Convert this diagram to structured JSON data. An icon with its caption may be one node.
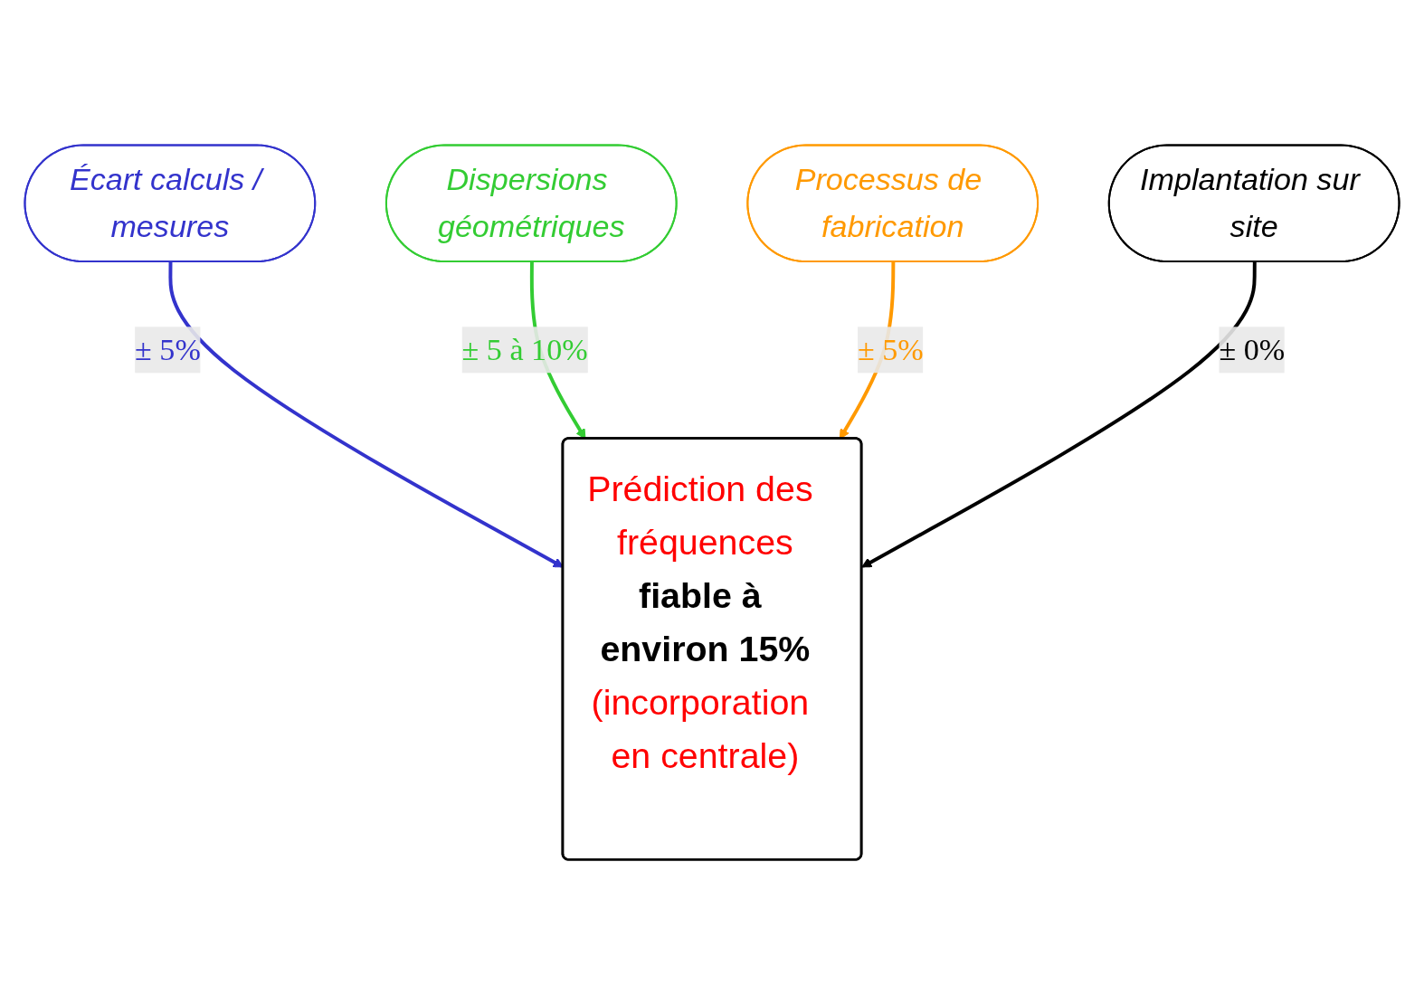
{
  "diagram": {
    "nodes": [
      {
        "text": [
          "Écart calculs / mesures"
        ]
      },
      {
        "text": [
          "Dispersions géométriques"
        ]
      },
      {
        "text": [
          "Prédiction des fréquences",
          "fiable à environ 15%",
          "(incorporation en centrale)"
        ]
      },
      {
        "text": [
          "Processus de fabrication"
        ]
      },
      {
        "text": [
          "Implantation sur site"
        ]
      }
    ],
    "edges": [
      {
        "from": 0,
        "to": 2,
        "arrow": "to",
        "label": "± 5%",
        "color": "#3333cc"
      },
      {
        "from": 1,
        "to": 2,
        "arrow": "to",
        "label": "± 5 à 10%",
        "color": "#33cc33"
      },
      {
        "from": 3,
        "to": 2,
        "arrow": "to",
        "label": "± 5%",
        "color": "#ff9900"
      },
      {
        "from": 4,
        "to": 2,
        "arrow": "to",
        "label": "± 0%",
        "color": "#000000"
      }
    ]
  }
}
